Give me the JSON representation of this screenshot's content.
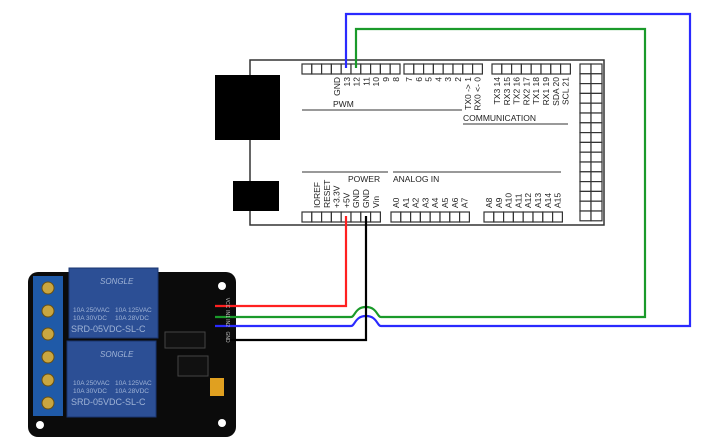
{
  "board": {
    "top_pins_pwm": [
      "GND",
      "13",
      "12",
      "11",
      "10",
      "9",
      "8"
    ],
    "top_pins_digital": [
      "7",
      "6",
      "5",
      "4",
      "3",
      "2",
      "TX0 -> 1",
      "RX0 <- 0"
    ],
    "top_pins_comm": [
      "TX3 14",
      "RX3 15",
      "TX2 16",
      "RX2 17",
      "TX1 18",
      "RX1 19",
      "SDA 20",
      "SCL 21"
    ],
    "pwm_label": "PWM",
    "comm_label": "COMMUNICATION",
    "power_label": "POWER",
    "analog_label": "ANALOG IN",
    "power_pins": [
      "IOREF",
      "RESET",
      "+3.3V",
      "+5V",
      "GND",
      "GND",
      "Vin"
    ],
    "analog_pins_a": [
      "A0",
      "A1",
      "A2",
      "A3",
      "A4",
      "A5",
      "A6",
      "A7"
    ],
    "analog_pins_b": [
      "A8",
      "A9",
      "A10",
      "A11",
      "A12",
      "A13",
      "A14",
      "A15"
    ]
  },
  "relay_module": {
    "brand": "SONGLE",
    "ratings": [
      "10A 250VAC",
      "10A 125VAC",
      "10A 30VDC",
      "10A 28VDC"
    ],
    "model": "SRD-05VDC-SL-C"
  },
  "wires": [
    {
      "from": "+5V",
      "to": "VCC",
      "color": "#ff2020"
    },
    {
      "from": "12",
      "to": "IN1",
      "color": "#1a9a2a"
    },
    {
      "from": "13",
      "to": "IN2",
      "color": "#2a2aff"
    },
    {
      "from": "GND",
      "to": "GND",
      "color": "#000000"
    }
  ]
}
